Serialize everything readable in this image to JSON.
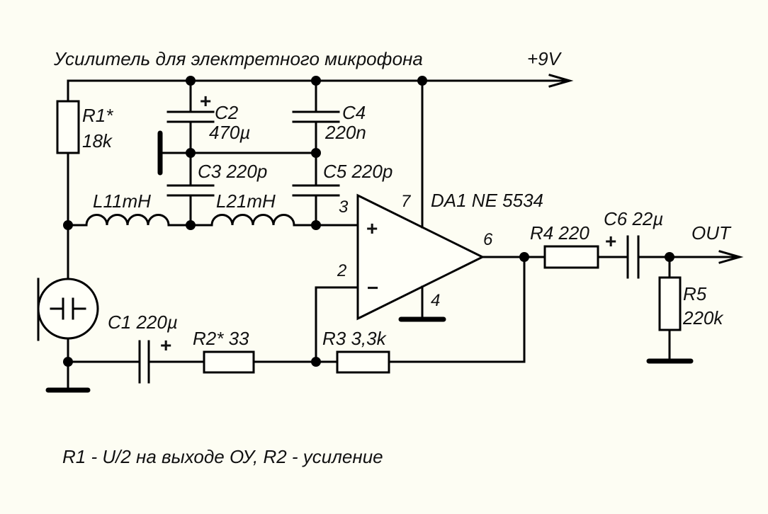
{
  "title": "Усилитель для электретного микрофона",
  "supply": "+9V",
  "output_label": "OUT",
  "note": "R1 - U/2 на выходе ОУ, R2 - усиление",
  "colors": {
    "background": "#fdfdf3",
    "ink": "#000000"
  },
  "components": {
    "R1": {
      "ref": "R1*",
      "value": "18k"
    },
    "R2": {
      "ref": "R2*",
      "value": "33",
      "label": "R2* 33"
    },
    "R3": {
      "ref": "R3",
      "value": "3,3k",
      "label": "R3 3,3k"
    },
    "R4": {
      "ref": "R4",
      "value": "220",
      "label": "R4 220"
    },
    "R5": {
      "ref": "R5",
      "value": "220k"
    },
    "C1": {
      "ref": "C1",
      "value": "220µ",
      "label": "C1 220µ",
      "polarity": "+"
    },
    "C2": {
      "ref": "C2",
      "value": "470µ",
      "polarity": "+"
    },
    "C3": {
      "ref": "C3",
      "value": "220p",
      "label": "C3 220p"
    },
    "C4": {
      "ref": "C4",
      "value": "220n"
    },
    "C5": {
      "ref": "C5",
      "value": "220p",
      "label": "C5 220p"
    },
    "C6": {
      "ref": "C6",
      "value": "22µ",
      "label": "C6 22µ",
      "polarity": "+"
    },
    "L1": {
      "ref": "L1",
      "value": "1mH",
      "label": "L11mH"
    },
    "L2": {
      "ref": "L2",
      "value": "1mH",
      "label": "L21mH"
    },
    "DA1": {
      "ref": "DA1",
      "part": "NE 5534",
      "label": "DA1 NE 5534",
      "pins": {
        "noninv": "3",
        "inv": "2",
        "vplus": "7",
        "gnd": "4",
        "out": "6"
      },
      "noninv_sign": "+",
      "inv_sign": "−"
    }
  }
}
